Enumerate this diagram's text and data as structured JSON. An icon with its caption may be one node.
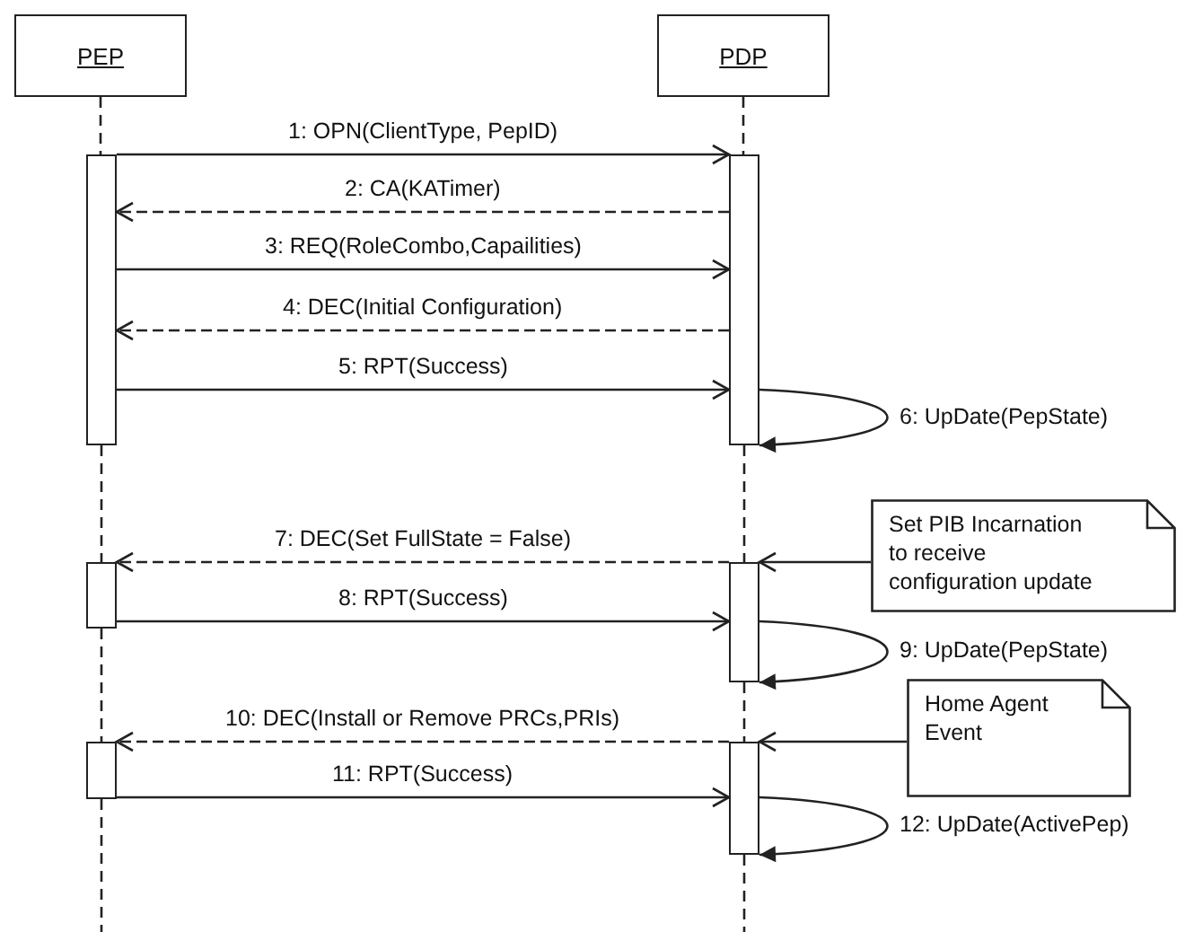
{
  "diagram": {
    "nodes": [
      {
        "text": [
          "PEP"
        ]
      },
      {
        "text": [
          "PDP"
        ]
      },
      {
        "text": [],
        "shape": "bar"
      },
      {
        "text": [],
        "shape": "bar"
      },
      {
        "text": [],
        "shape": "bar"
      },
      {
        "text": [],
        "shape": "bar"
      },
      {
        "text": [],
        "shape": "bar"
      },
      {
        "text": [],
        "shape": "bar"
      },
      {
        "text": [
          "Set PIB Incarnation to receive configuration update"
        ]
      },
      {
        "text": [
          "Home Agent Event"
        ]
      }
    ],
    "edges": [
      {
        "from": 2,
        "to": 3,
        "arrow": "to",
        "label": "1: OPN(ClientType, PepID)"
      },
      {
        "from": 3,
        "to": 2,
        "arrow": "to",
        "label": "2: CA(KATimer)",
        "style": "dashed"
      },
      {
        "from": 2,
        "to": 3,
        "arrow": "to",
        "label": "3: REQ(RoleCombo,Capailities)"
      },
      {
        "from": 3,
        "to": 2,
        "arrow": "to",
        "label": "4: DEC(Initial Configuration)",
        "style": "dashed"
      },
      {
        "from": 2,
        "to": 3,
        "arrow": "to",
        "label": "5: RPT(Success)"
      },
      {
        "from": 3,
        "to": 3,
        "arrow": "to",
        "label": "6: UpDate(PepState)"
      },
      {
        "from": 5,
        "to": 4,
        "arrow": "to",
        "label": "7: DEC(Set FullState = False)",
        "style": "dashed"
      },
      {
        "from": 4,
        "to": 5,
        "arrow": "to",
        "label": "8: RPT(Success)"
      },
      {
        "from": 5,
        "to": 5,
        "arrow": "to",
        "label": "9: UpDate(PepState)"
      },
      {
        "from": 7,
        "to": 6,
        "arrow": "to",
        "label": "10: DEC(Install or Remove PRCs,PRIs)",
        "style": "dashed"
      },
      {
        "from": 6,
        "to": 7,
        "arrow": "to",
        "label": "11: RPT(Success)"
      },
      {
        "from": 7,
        "to": 7,
        "arrow": "to",
        "label": "12: UpDate(ActivePep)"
      },
      {
        "from": 8,
        "to": 5,
        "arrow": "to"
      },
      {
        "from": 9,
        "to": 7,
        "arrow": "to"
      },
      {
        "from": 0,
        "to": 2,
        "arrow": "none",
        "style": "dashed"
      },
      {
        "from": 2,
        "to": 4,
        "arrow": "none",
        "style": "dashed"
      },
      {
        "from": 4,
        "to": 6,
        "arrow": "none",
        "style": "dashed"
      },
      {
        "from": 6,
        "to": null,
        "arrow": "none",
        "style": "dashed"
      },
      {
        "from": 1,
        "to": 3,
        "arrow": "none",
        "style": "dashed"
      },
      {
        "from": 3,
        "to": 5,
        "arrow": "none",
        "style": "dashed"
      },
      {
        "from": 5,
        "to": 7,
        "arrow": "none",
        "style": "dashed"
      },
      {
        "from": 7,
        "to": null,
        "arrow": "none",
        "style": "dashed"
      }
    ]
  }
}
